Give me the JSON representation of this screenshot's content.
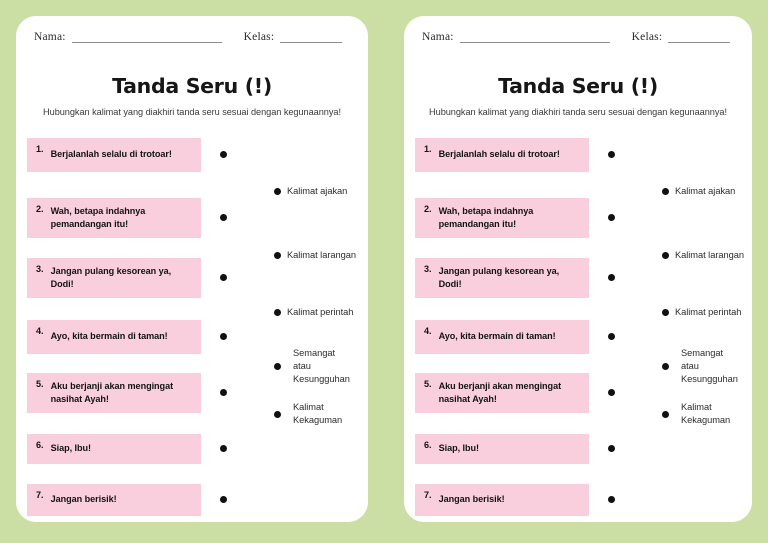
{
  "worksheet": {
    "title": "Tanda Seru (!)",
    "instruction": "Hubungkan kalimat yang diakhiri tanda seru sesuai dengan kegunaannya!",
    "fields": {
      "name_label": "Nama:",
      "class_label": "Kelas:"
    },
    "questions": [
      {
        "number": "1.",
        "text": "Berjalanlah selalu di trotoar!"
      },
      {
        "number": "2.",
        "text": "Wah, betapa indahnya pemandangan itu!"
      },
      {
        "number": "3.",
        "text": "Jangan pulang kesorean ya, Dodi!"
      },
      {
        "number": "4.",
        "text": "Ayo, kita bermain di taman!"
      },
      {
        "number": "5.",
        "text": "Aku berjanji akan mengingat nasihat Ayah!"
      },
      {
        "number": "6.",
        "text": "Siap, Ibu!"
      },
      {
        "number": "7.",
        "text": "Jangan berisik!"
      }
    ],
    "answers": [
      {
        "text": "Kalimat ajakan"
      },
      {
        "text": "Kalimat larangan"
      },
      {
        "text": "Kalimat perintah"
      },
      {
        "text": "Semangat\natau\nKesungguhan"
      },
      {
        "text": "Kalimat\nKekaguman"
      }
    ],
    "colors": {
      "page_background": "#cbdfa4",
      "card_background": "#ffffff",
      "question_box": "#f9cedd",
      "dot": "#111111",
      "text": "#141414"
    }
  }
}
